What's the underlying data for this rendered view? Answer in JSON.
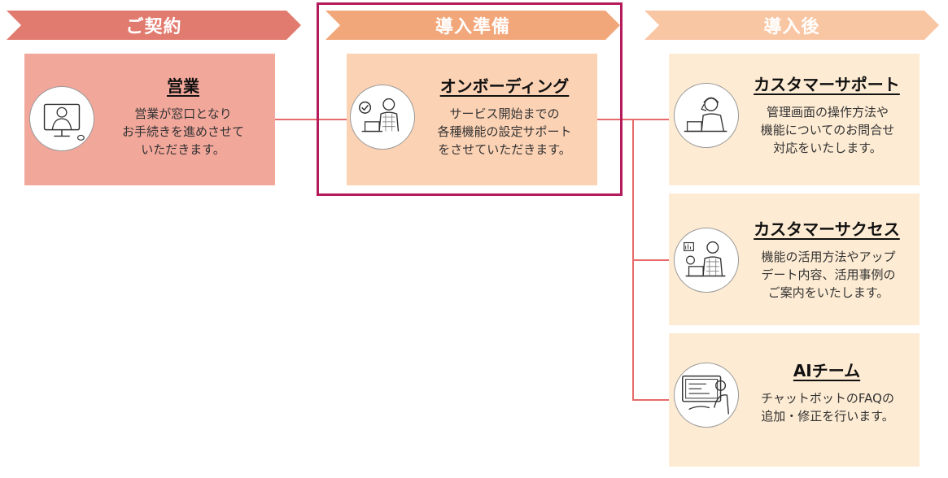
{
  "phases": [
    {
      "label": "ご契約",
      "color": "#e27b6f"
    },
    {
      "label": "導入準備",
      "color": "#f2a77a"
    },
    {
      "label": "導入後",
      "color": "#f9c6a4"
    }
  ],
  "highlight_color": "#b51b5a",
  "connector_color": "#e86a6a",
  "cards": {
    "sales": {
      "title": "営業",
      "description": "営業が窓口となり\nお手続きを進めさせて\nいただきます。",
      "bg": "#f2a79b",
      "icon": "support-staff-icon"
    },
    "onboarding": {
      "title": "オンボーディング",
      "description": "サービス開始までの\n各種機能の設定サポート\nをさせていただきます。",
      "bg": "#fcd2b4",
      "icon": "laptop-worker-icon"
    },
    "support": {
      "title": "カスタマーサポート",
      "description": "管理画面の操作方法や\n機能についてのお問合せ\n対応をいたします。",
      "bg": "#fdebd3",
      "icon": "headset-operator-icon"
    },
    "success": {
      "title": "カスタマーサクセス",
      "description": "機能の活用方法やアップ\nデート内容、活用事例の\nご案内をいたします。",
      "bg": "#fdebd3",
      "icon": "analyst-icon"
    },
    "ai": {
      "title": "AIチーム",
      "description": "チャットボットのFAQの\n追加・修正を行います。",
      "bg": "#fdebd3",
      "icon": "chatbot-screen-icon"
    }
  }
}
